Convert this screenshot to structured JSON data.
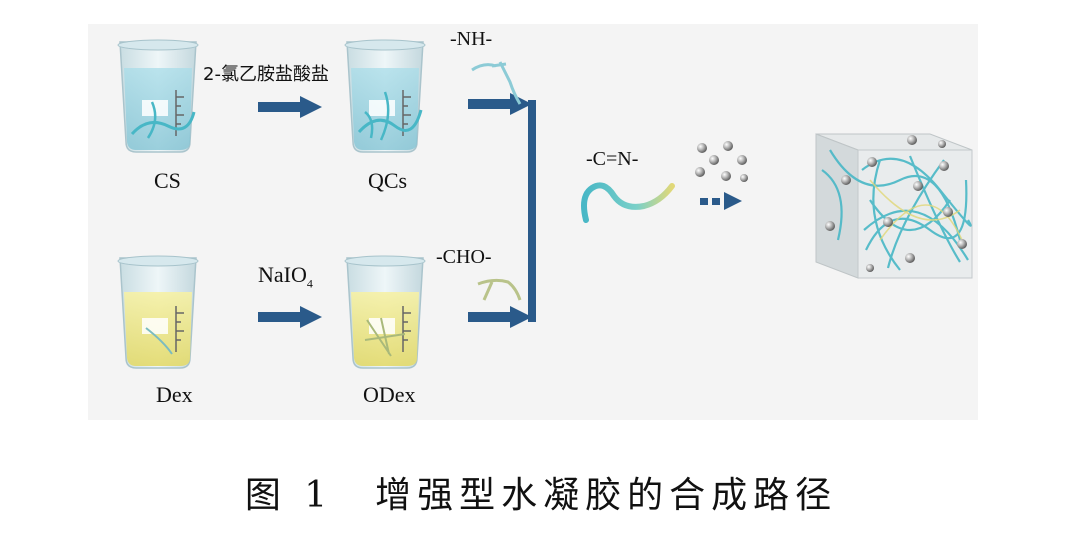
{
  "labels": {
    "cs": "CS",
    "qcs": "QCs",
    "dex": "Dex",
    "odex": "ODex",
    "reagent_top": "2-氯乙胺盐酸盐",
    "reagent_bottom": "NaIO",
    "reagent_bottom_sub": "4",
    "group_nh": "-NH-",
    "group_cho": "-CHO-",
    "group_cn": "-C=N-"
  },
  "caption": "图 1　增强型水凝胶的合成路径",
  "colors": {
    "arrow": "#2a5a8a",
    "water": "#9fd6e4",
    "yellow_liquid": "#efe88a",
    "fiber": "#48b7c6",
    "background": "#f4f4f4"
  }
}
